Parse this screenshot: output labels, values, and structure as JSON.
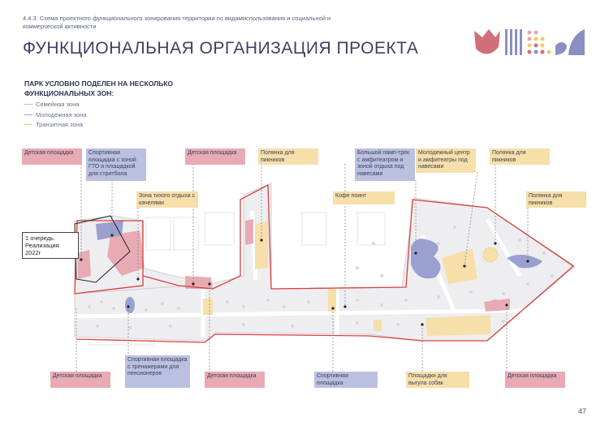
{
  "header": {
    "section": "4.4.3. Схема проектного функционального зонирования территории по видамиспользования и социальной и коммерческой активности",
    "title": "ФУНКЦИОНАЛЬНАЯ ОРГАНИЗАЦИЯ ПРОЕКТА"
  },
  "legend": {
    "heading": "ПАРК УСЛОВНО ПОДЕЛЕН НА НЕСКОЛЬКО ФУНКЦИОНАЛЬНЫХ ЗОН:",
    "items": [
      {
        "label": "Семейная зона",
        "color": "#e8aab3"
      },
      {
        "label": "Молодежная зона",
        "color": "#9aa0d0"
      },
      {
        "label": "Транзитная зона",
        "color": "#f0c870"
      }
    ]
  },
  "labels": {
    "l1": "Детская площадка",
    "l2": "Спортивная площадка с зоной ГТО и площадкой для стритбола",
    "l3": "Детская площадка",
    "l4": "Полянка для пикников",
    "l5": "Большой памп-трек с амфитеатром и зоной отдыха под навесами",
    "l6": "Молодежный центр и амфитеатры под навесами",
    "l7": "Полянка для пикников",
    "l8": "Зона тихого отдыха с качелями",
    "l9": "Кофе поинт",
    "l10": "Полянка для пикников",
    "first_queue": "1 очередь. Реализация 2022г",
    "b1": "Детская площадка",
    "b2": "Спортивная площадка с тренажерами для пенсионеров",
    "b3": "Детская площадка",
    "b4": "Спортивная площадка",
    "b5": "Площадки для выгула собак",
    "b6": "Детская площадка"
  },
  "colors": {
    "family": "#e8aab3",
    "youth": "#9aa0d0",
    "transit": "#f0c870",
    "boundary": "#d9403a"
  },
  "page_number": "47"
}
